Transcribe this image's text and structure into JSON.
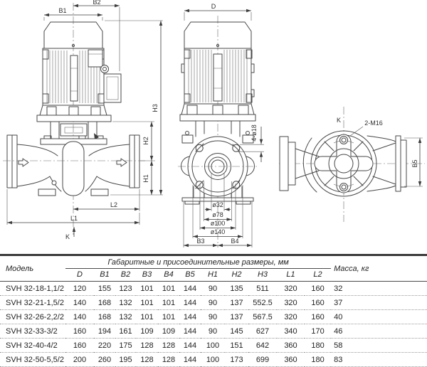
{
  "drawing": {
    "side_view": {
      "b2": "B2",
      "b1": "B1",
      "h3": "H3",
      "h2": "H2",
      "h1": "H1",
      "l2": "L2",
      "l1": "L1",
      "k": "K"
    },
    "front_view": {
      "d": "D",
      "bolt_holes": "4-ø18",
      "dia_bore": "ø32",
      "dia_face": "ø78",
      "dia_bolt_circle": "ø100",
      "dia_flange": "ø140",
      "b3": "B3",
      "b4": "B4"
    },
    "top_view": {
      "k": "K",
      "thread_holes": "2-M16",
      "b5": "B5"
    }
  },
  "table": {
    "col_model": "Модель",
    "span_header": "Габаритные и присоединительные размеры, мм",
    "col_mass": "Масса, кг",
    "dim_columns": [
      "D",
      "B1",
      "B2",
      "B3",
      "B4",
      "B5",
      "H1",
      "H2",
      "H3",
      "L1",
      "L2"
    ],
    "rows": [
      {
        "model": "SVH 32-18-1,1/2",
        "values": [
          "120",
          "155",
          "123",
          "101",
          "101",
          "144",
          "90",
          "135",
          "511",
          "320",
          "160"
        ],
        "mass": "32"
      },
      {
        "model": "SVH 32-21-1,5/2",
        "values": [
          "140",
          "168",
          "132",
          "101",
          "101",
          "144",
          "90",
          "137",
          "552.5",
          "320",
          "160"
        ],
        "mass": "37"
      },
      {
        "model": "SVH 32-26-2,2/2",
        "values": [
          "140",
          "168",
          "132",
          "101",
          "101",
          "144",
          "90",
          "137",
          "567.5",
          "320",
          "160"
        ],
        "mass": "40"
      },
      {
        "model": "SVH 32-33-3/2",
        "values": [
          "160",
          "194",
          "161",
          "109",
          "109",
          "144",
          "90",
          "145",
          "627",
          "340",
          "170"
        ],
        "mass": "46"
      },
      {
        "model": "SVH 32-40-4/2",
        "values": [
          "160",
          "220",
          "175",
          "128",
          "128",
          "144",
          "100",
          "151",
          "642",
          "360",
          "180"
        ],
        "mass": "58"
      },
      {
        "model": "SVH 32-50-5,5/2",
        "values": [
          "200",
          "260",
          "195",
          "128",
          "128",
          "144",
          "100",
          "173",
          "699",
          "360",
          "180"
        ],
        "mass": "83"
      }
    ]
  }
}
